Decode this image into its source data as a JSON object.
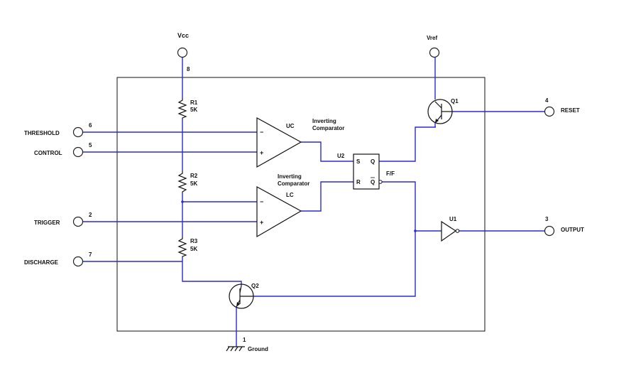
{
  "diagram": {
    "vcc_label": "Vcc",
    "vref_label": "Vref",
    "ground_label": "Ground",
    "pins": {
      "vcc": "8",
      "threshold": "6",
      "control": "5",
      "trigger": "2",
      "discharge": "7",
      "reset": "4",
      "output": "3",
      "ground": "1"
    },
    "terminals": {
      "threshold": "THRESHOLD",
      "control": "CONTROL",
      "trigger": "TRIGGER",
      "discharge": "DISCHARGE",
      "reset": "RESET",
      "output": "OUTPUT"
    },
    "resistors": [
      {
        "name": "R1",
        "value": "5K"
      },
      {
        "name": "R2",
        "value": "5K"
      },
      {
        "name": "R3",
        "value": "5K"
      }
    ],
    "comparator_upper": {
      "name": "UC",
      "caption_line1": "Inverting",
      "caption_line2": "Comparator",
      "minus": "−",
      "plus": "+"
    },
    "comparator_lower": {
      "name": "LC",
      "caption_line1": "Inverting",
      "caption_line2": "Comparator",
      "minus": "−",
      "plus": "+"
    },
    "flipflop": {
      "name": "U2",
      "s": "S",
      "r": "R",
      "q": "Q",
      "qbar": "Q",
      "caption": "F/F"
    },
    "inverter": {
      "name": "U1"
    },
    "transistor_reset": {
      "name": "Q1"
    },
    "transistor_discharge": {
      "name": "Q2"
    },
    "colors": {
      "wire": "#2b2bd0",
      "component": "#111111"
    }
  }
}
